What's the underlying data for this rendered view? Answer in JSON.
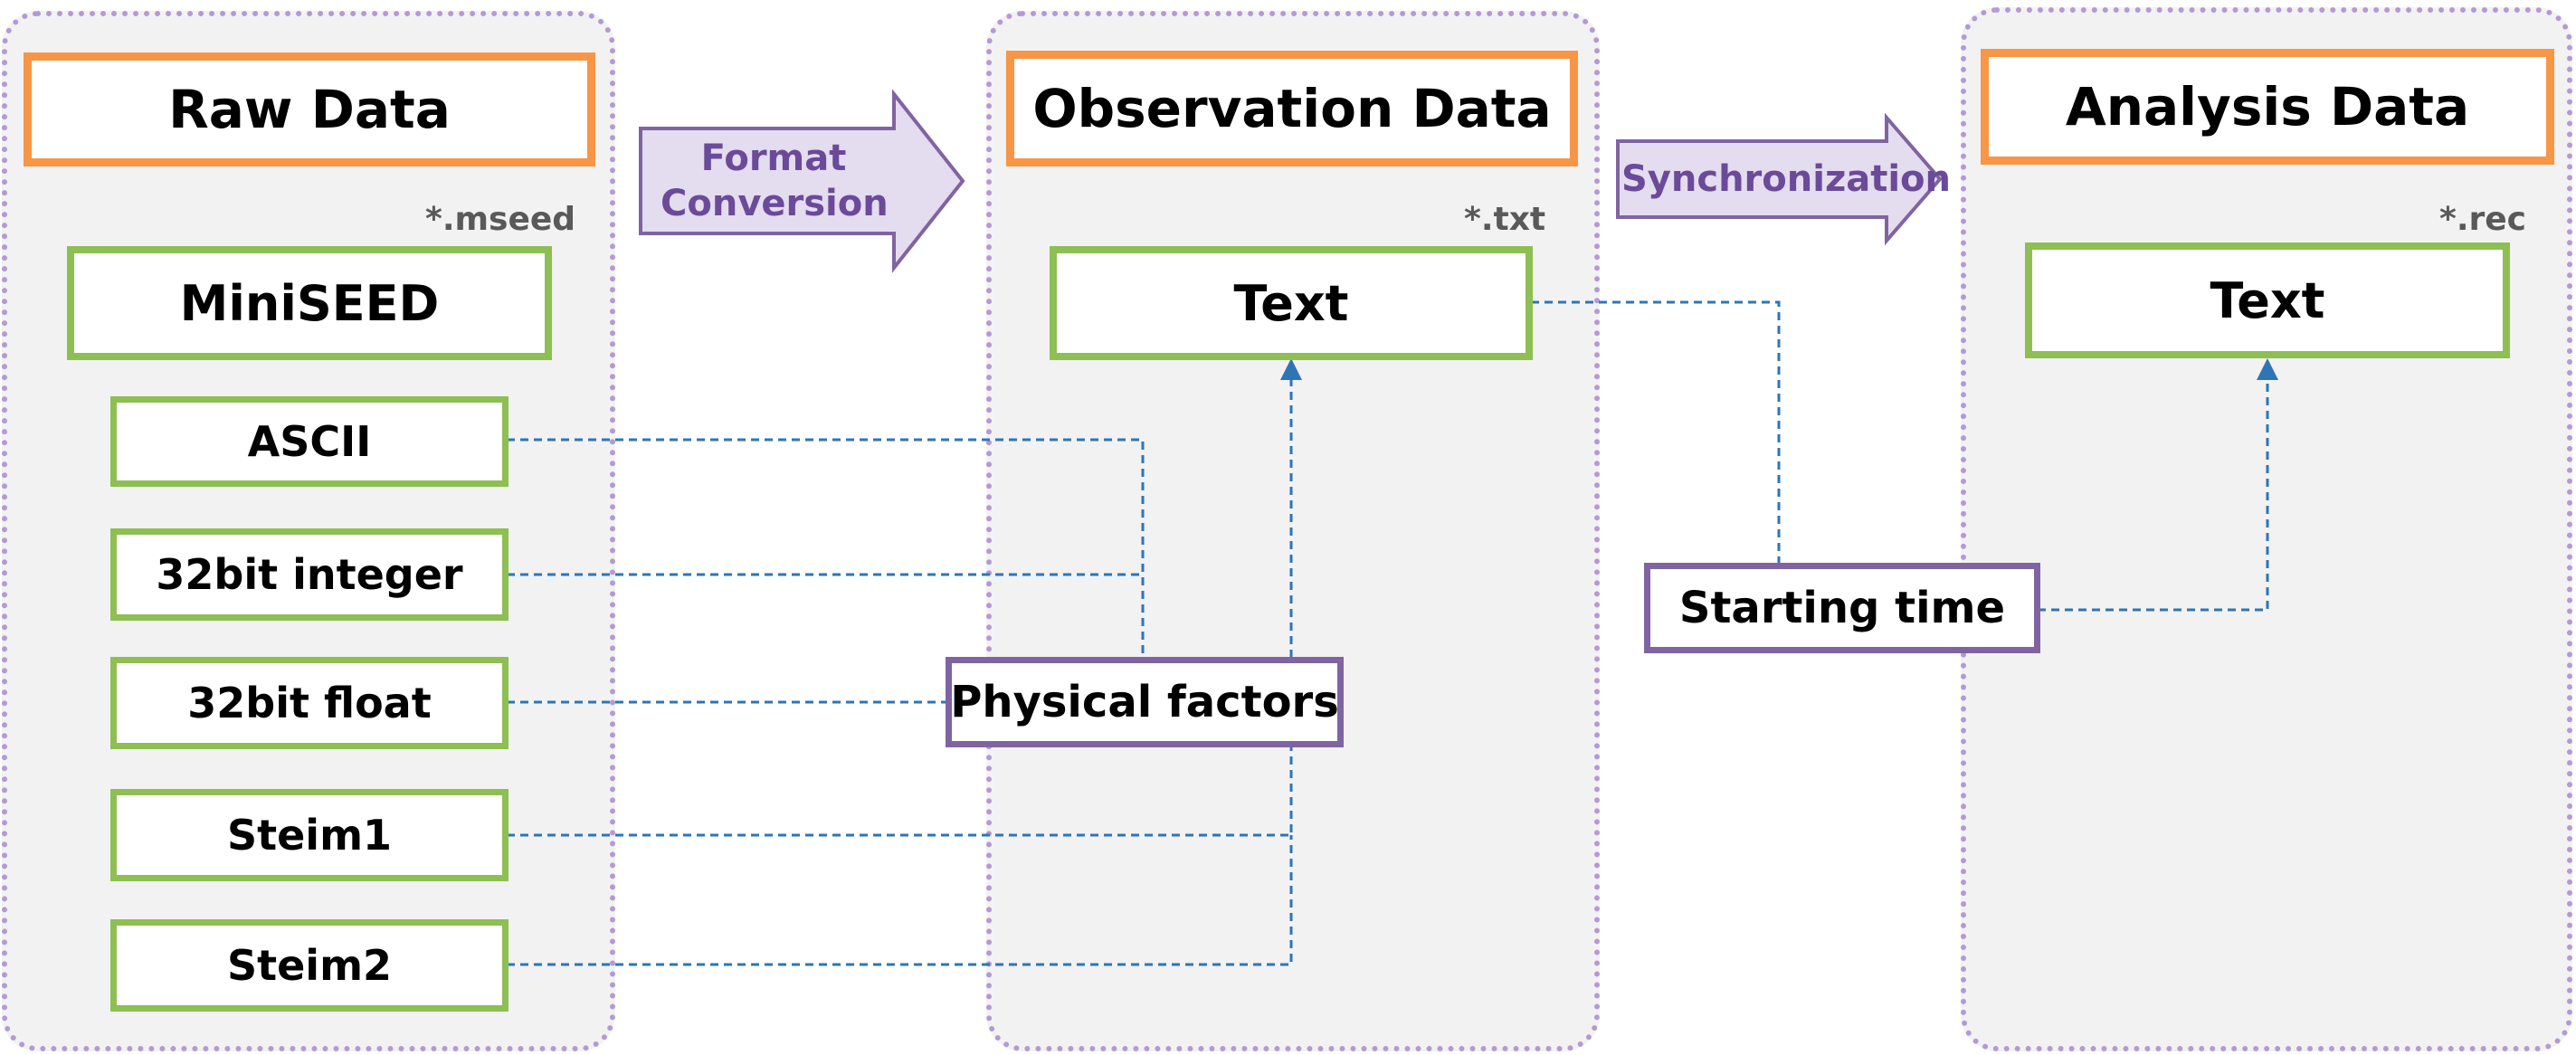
{
  "colors": {
    "panel_border": "#b39ad6",
    "panel_fill": "#f2f2f2",
    "header_border": "#f79646",
    "format_border": "#8dbf52",
    "factor_border": "#8064a2",
    "connector": "#2e75b6",
    "arrow_fill": "#e4dcef",
    "arrow_stroke": "#8064a2"
  },
  "raw": {
    "title": "Raw Data",
    "extension": "*.mseed",
    "format": "MiniSEED",
    "encodings": [
      "ASCII",
      "32bit integer",
      "32bit float",
      "Steim1",
      "Steim2"
    ]
  },
  "conversion": {
    "line1": "Format",
    "line2": "Conversion"
  },
  "observation": {
    "title": "Observation Data",
    "extension": "*.txt",
    "format": "Text",
    "factor": "Physical factors"
  },
  "sync": {
    "label": "Synchronization"
  },
  "analysis": {
    "title": "Analysis Data",
    "extension": "*.rec",
    "format": "Text",
    "factor": "Starting time"
  }
}
